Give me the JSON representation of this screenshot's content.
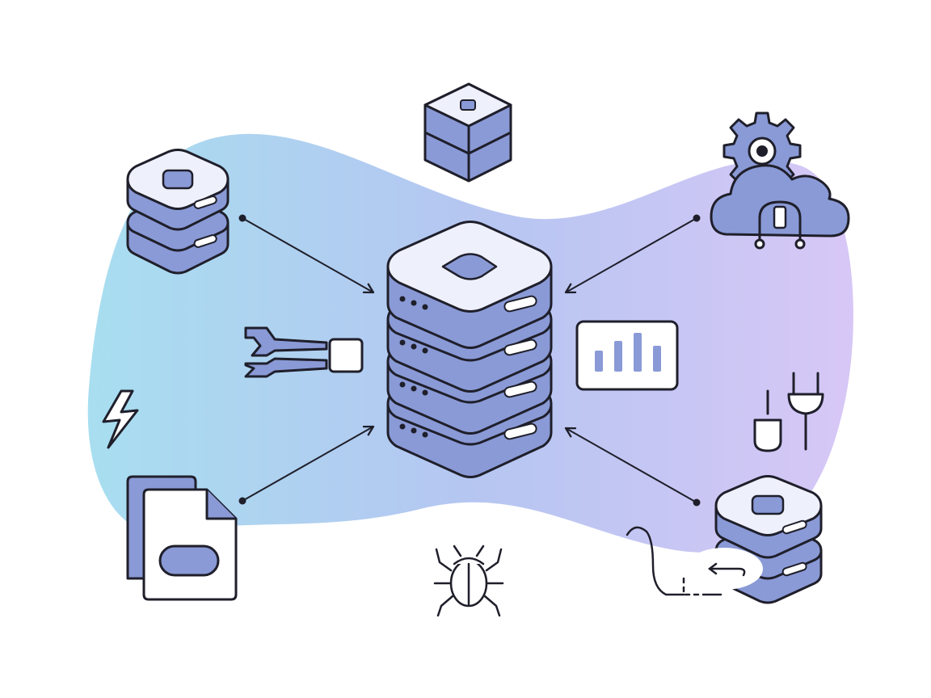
{
  "diagram": {
    "colors": {
      "outline": "#1f1f2b",
      "fill_primary": "#8a9ad6",
      "fill_light": "#eef0fb",
      "paper": "#ffffff",
      "blob_left": "#a8def0",
      "blob_mid": "#b5c6f1",
      "blob_right": "#d7c7f6"
    },
    "center": {
      "icon": "server-stack-icon"
    },
    "nodes": [
      {
        "id": "server-top-left",
        "icon": "server-pair-icon"
      },
      {
        "id": "cloud-top-right",
        "icon": "cloud-gear-icon"
      },
      {
        "id": "file-bottom-left",
        "icon": "document-icon"
      },
      {
        "id": "server-bottom-right",
        "icon": "server-pair-icon"
      }
    ],
    "decorations": [
      "cube-icon",
      "wrench-icon",
      "bar-chart-icon",
      "lightning-icon",
      "plug-icon",
      "bug-icon",
      "cable-icon"
    ],
    "connections": [
      {
        "from": "server-top-left",
        "to": "center"
      },
      {
        "from": "cloud-top-right",
        "to": "center"
      },
      {
        "from": "file-bottom-left",
        "to": "center"
      },
      {
        "from": "server-bottom-right",
        "to": "center"
      }
    ]
  }
}
